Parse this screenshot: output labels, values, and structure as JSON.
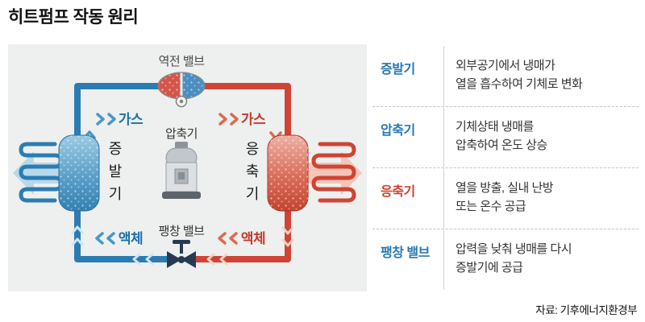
{
  "title": "히트펌프 작동 원리",
  "source": "자료: 기후에너지환경부",
  "colors": {
    "cold": "#2b7cb3",
    "hot": "#cf4434",
    "cold_text": "#1e6fad",
    "hot_text": "#c63b2b",
    "panel_bg": "#edf0ee"
  },
  "diagram": {
    "reversing_valve_label": "역전 밸브",
    "compressor_label": "압축기",
    "expansion_valve_label": "팽창 밸브",
    "gas_label": "가스",
    "liquid_label": "액체",
    "evaporator_label_chars": [
      "증",
      "발",
      "기"
    ],
    "condenser_label_chars": [
      "응",
      "축",
      "기"
    ]
  },
  "legend": {
    "rows": [
      {
        "term": "증발기",
        "color": "#2878b5",
        "desc": "외부공기에서 냉매가\n열을 흡수하여 기체로 변화"
      },
      {
        "term": "압축기",
        "color": "#2878b5",
        "desc": "기체상태 냉매를\n압축하여 온도 상승"
      },
      {
        "term": "응축기",
        "color": "#cf4130",
        "desc": "열을 방출, 실내 난방\n또는 온수 공급"
      },
      {
        "term": "팽창 밸브",
        "color": "#2878b5",
        "desc": "압력을 낮춰 냉매를 다시\n증발기에 공급"
      }
    ]
  }
}
